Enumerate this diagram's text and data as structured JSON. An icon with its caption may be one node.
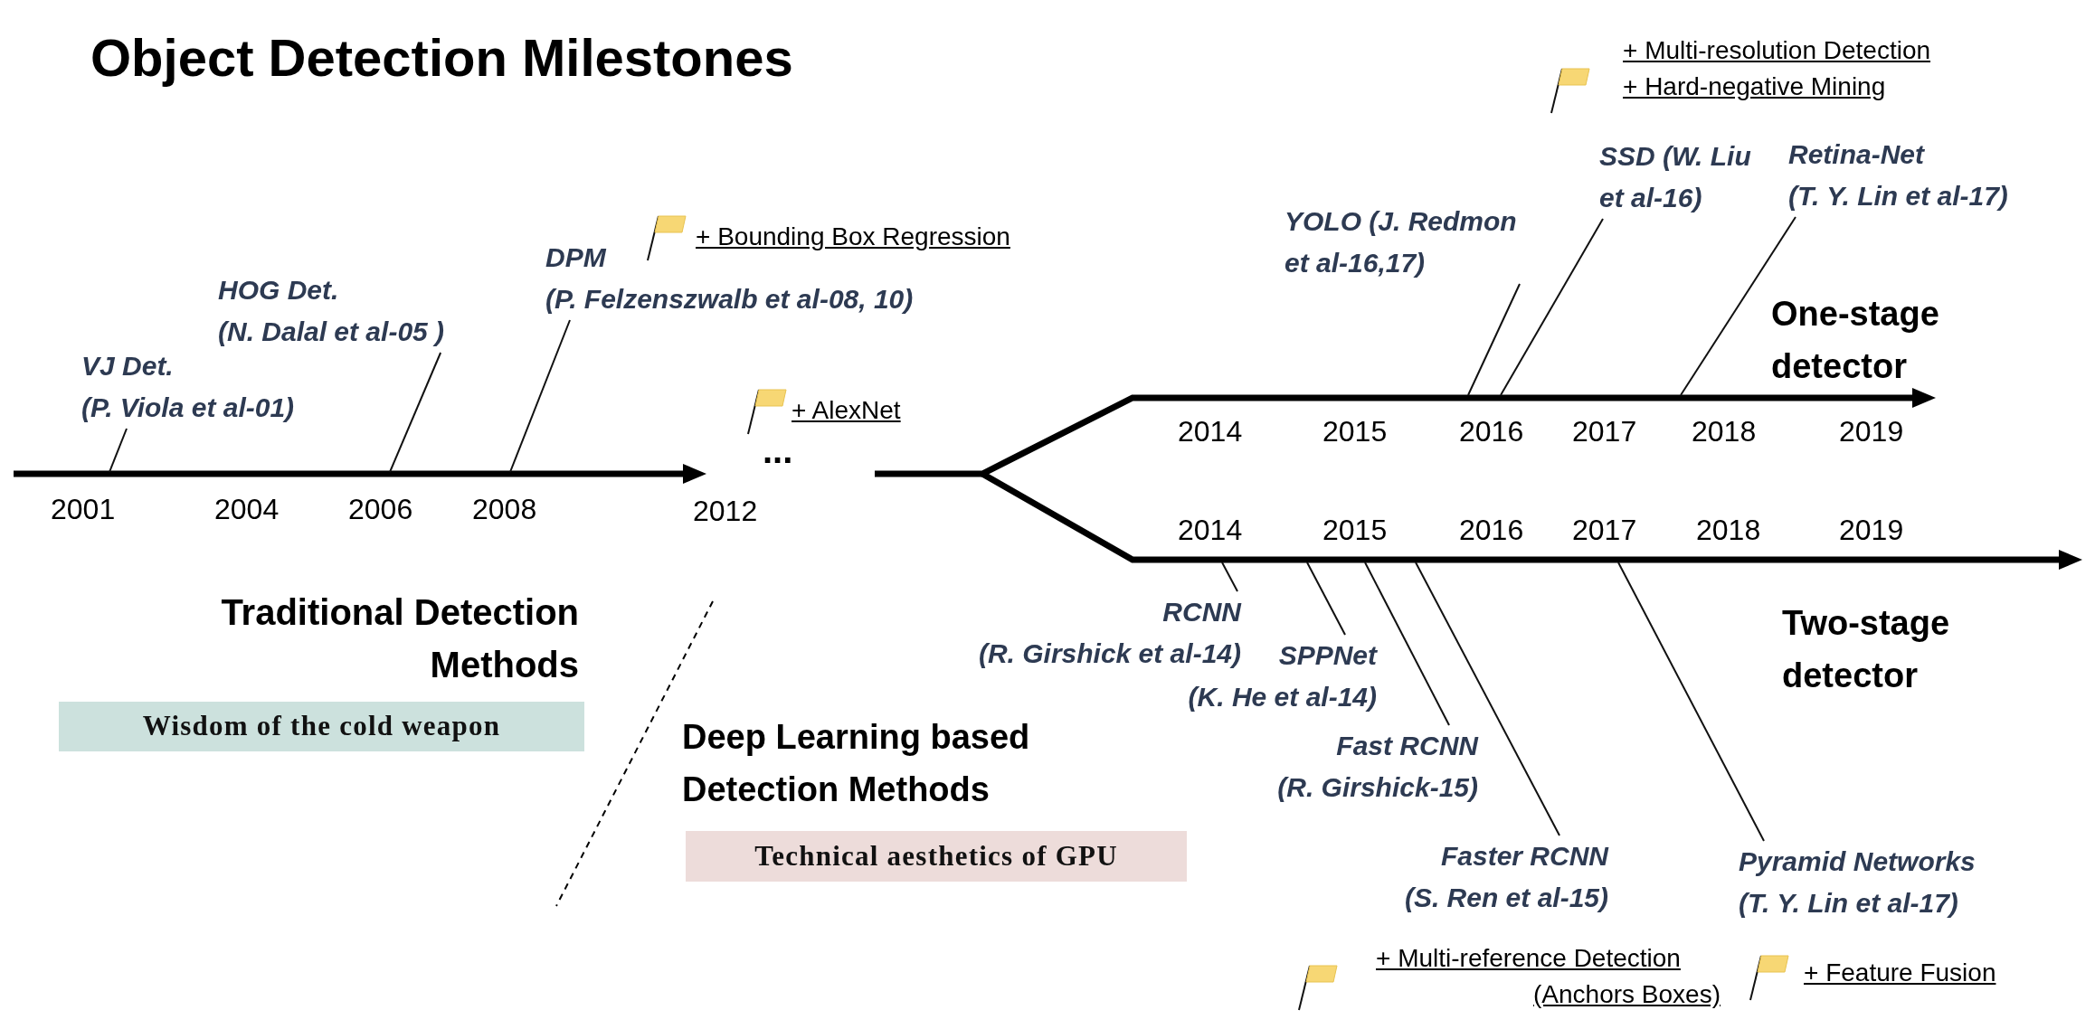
{
  "diagram": {
    "title": "Object Detection Milestones",
    "nodes": [
      {
        "text": [
          "VJ Det.",
          "(P. Viola et al-01)"
        ]
      },
      {
        "text": [
          "HOG Det.",
          "(N. Dalal et al-05 )"
        ]
      },
      {
        "text": [
          "DPM",
          "(P. Felzenszwalb et al-08, 10)"
        ]
      },
      {
        "text": [
          "YOLO (J. Redmon et al-16,17)"
        ]
      },
      {
        "text": [
          "SSD (W. Liu et al-16)"
        ]
      },
      {
        "text": [
          "Retina-Net",
          "(T. Y. Lin et al-17)"
        ]
      },
      {
        "text": [
          "RCNN",
          "(R. Girshick et al-14)"
        ]
      },
      {
        "text": [
          "SPPNet",
          "(K. He et al-14)"
        ]
      },
      {
        "text": [
          "Fast RCNN",
          "(R. Girshick-15)"
        ]
      },
      {
        "text": [
          "Faster RCNN",
          "(S. Ren et al-15)"
        ]
      },
      {
        "text": [
          "Pyramid Networks",
          "(T. Y. Lin et al-17)"
        ]
      },
      {
        "text": [
          "Wisdom of the cold weapon"
        ],
        "beside": [
          "Traditional Detection Methods"
        ]
      },
      {
        "text": [
          "Technical aesthetics of GPU"
        ],
        "beside": [
          "Deep Learning based Detection Methods"
        ]
      }
    ],
    "edges": [
      {
        "from": 0,
        "to": null,
        "arrow": "none"
      },
      {
        "from": 1,
        "to": null,
        "arrow": "none"
      },
      {
        "from": 2,
        "to": null,
        "arrow": "none"
      },
      {
        "from": 3,
        "to": null,
        "arrow": "none"
      },
      {
        "from": 4,
        "to": null,
        "arrow": "none"
      },
      {
        "from": 5,
        "to": null,
        "arrow": "none"
      },
      {
        "from": 6,
        "to": null,
        "arrow": "none"
      },
      {
        "from": 7,
        "to": null,
        "arrow": "none"
      },
      {
        "from": 8,
        "to": null,
        "arrow": "none"
      },
      {
        "from": 9,
        "to": null,
        "arrow": "none"
      },
      {
        "from": 10,
        "to": null,
        "arrow": "none"
      }
    ],
    "labels": [
      "2001",
      "2004",
      "2006",
      "2008",
      "2012",
      "...",
      "+ Bounding Box Regression",
      "+ AlexNet",
      "+ Multi-resolution Detection",
      "+ Hard-negative Mining",
      "One-stage detector",
      "2014",
      "2015",
      "2016",
      "2017",
      "2018",
      "2019",
      "2014",
      "2015",
      "2016",
      "2017",
      "2018",
      "2019",
      "Two-stage detector",
      "+ Multi-reference Detection",
      "(Anchors Boxes)",
      "+ Feature Fusion"
    ]
  }
}
